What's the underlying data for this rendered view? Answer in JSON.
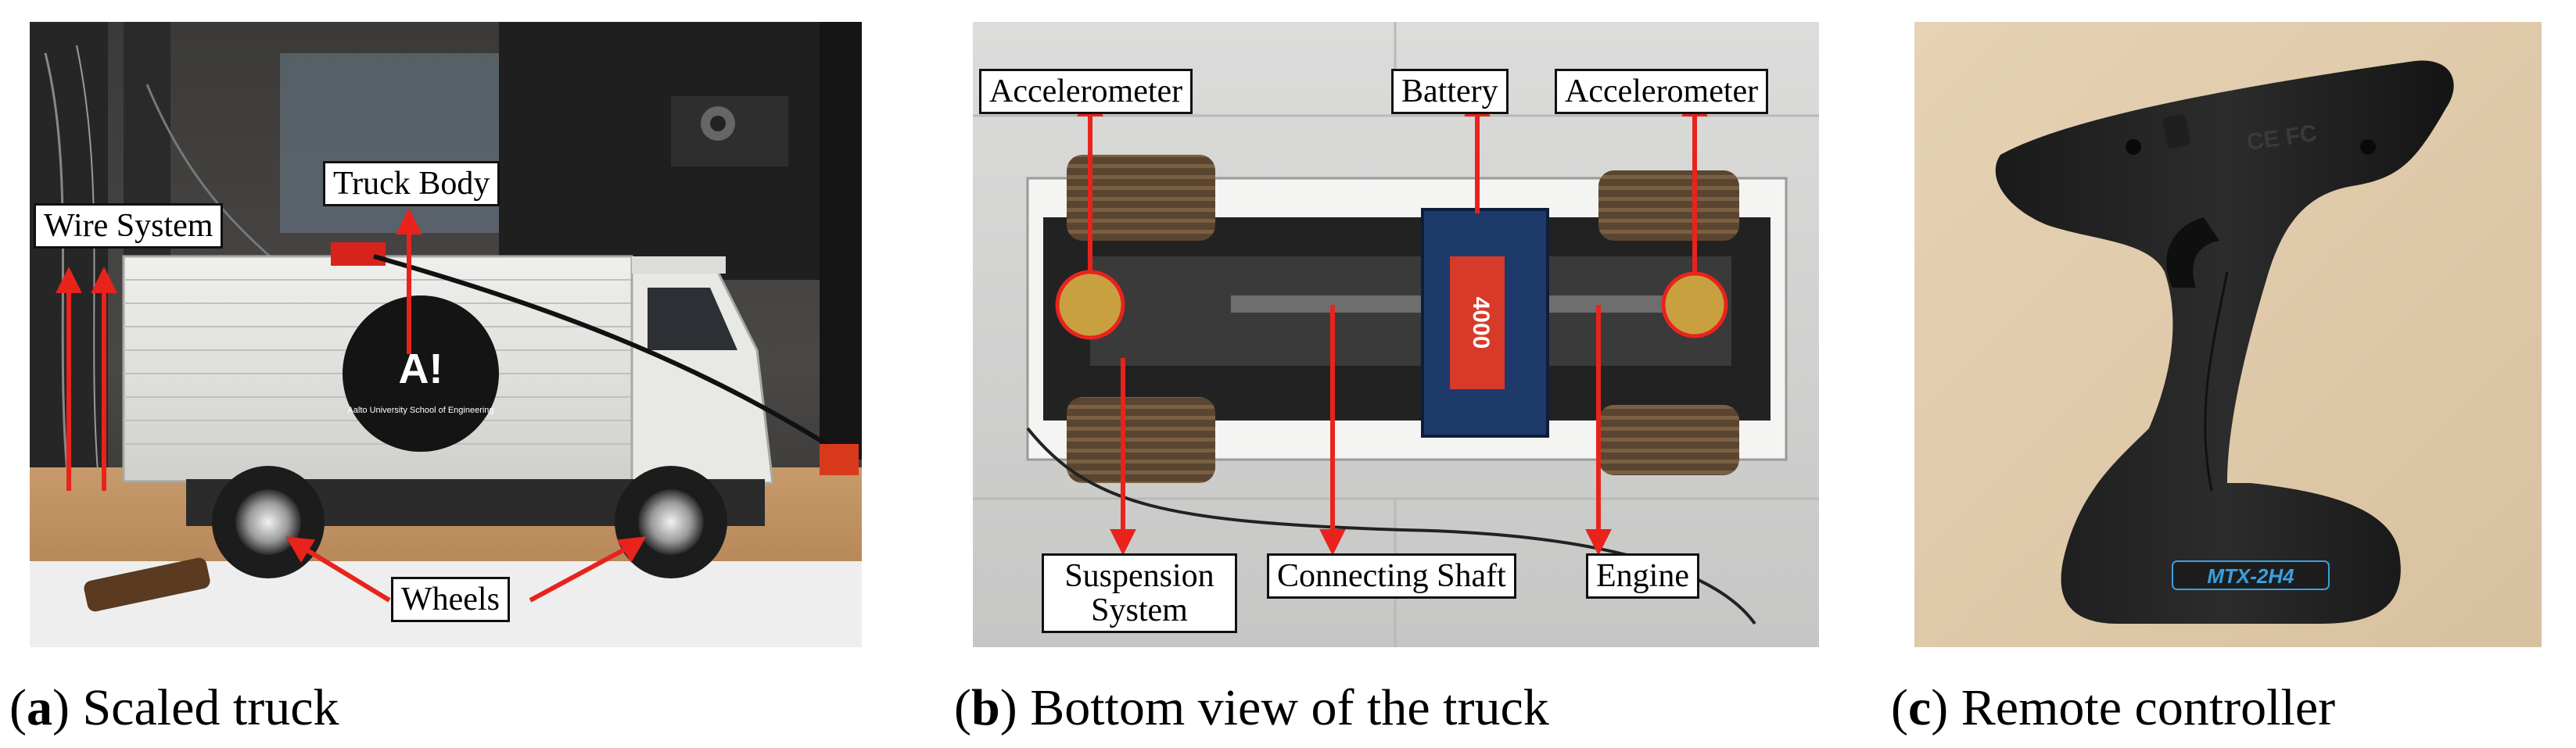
{
  "panels": [
    {
      "caption_letter": "a",
      "caption_text": "Scaled truck",
      "labels": {
        "wire_system": "Wire System",
        "truck_body": "Truck Body",
        "wheels": "Wheels"
      },
      "logo_text": "A!",
      "logo_subtext": "Aalto University School of Engineering"
    },
    {
      "caption_letter": "b",
      "caption_text": "Bottom view of the truck",
      "labels": {
        "accelerometer_left": "Accelerometer",
        "battery": "Battery",
        "accelerometer_right": "Accelerometer",
        "suspension_system": "Suspension System",
        "connecting_shaft": "Connecting Shaft",
        "engine": "Engine"
      },
      "battery_print": "4000"
    },
    {
      "caption_letter": "c",
      "caption_text": "Remote controller",
      "device_print": "CE FC",
      "device_logo": "MTX-2H4"
    }
  ],
  "colors": {
    "annotation_arrow": "#e8231c",
    "label_border": "#111111"
  }
}
